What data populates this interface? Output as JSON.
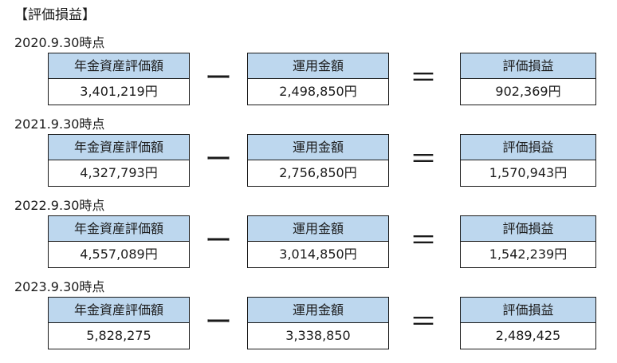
{
  "title": "【評価損益】",
  "labels": {
    "asset": "年金資産評価額",
    "invested": "運用金額",
    "gain": "評価損益"
  },
  "operators": {
    "minus": "ー",
    "equals": "＝"
  },
  "sections": [
    {
      "date": "2020.9.30時点",
      "asset": "3,401,219円",
      "invested": "2,498,850円",
      "gain": "902,369円"
    },
    {
      "date": "2021.9.30時点",
      "asset": "4,327,793円",
      "invested": "2,756,850円",
      "gain": "1,570,943円"
    },
    {
      "date": "2022.9.30時点",
      "asset": "4,557,089円",
      "invested": "3,014,850円",
      "gain": "1,542,239円"
    },
    {
      "date": "2023.9.30時点",
      "asset": "5,828,275",
      "invested": "3,338,850",
      "gain": "2,489,425"
    }
  ]
}
